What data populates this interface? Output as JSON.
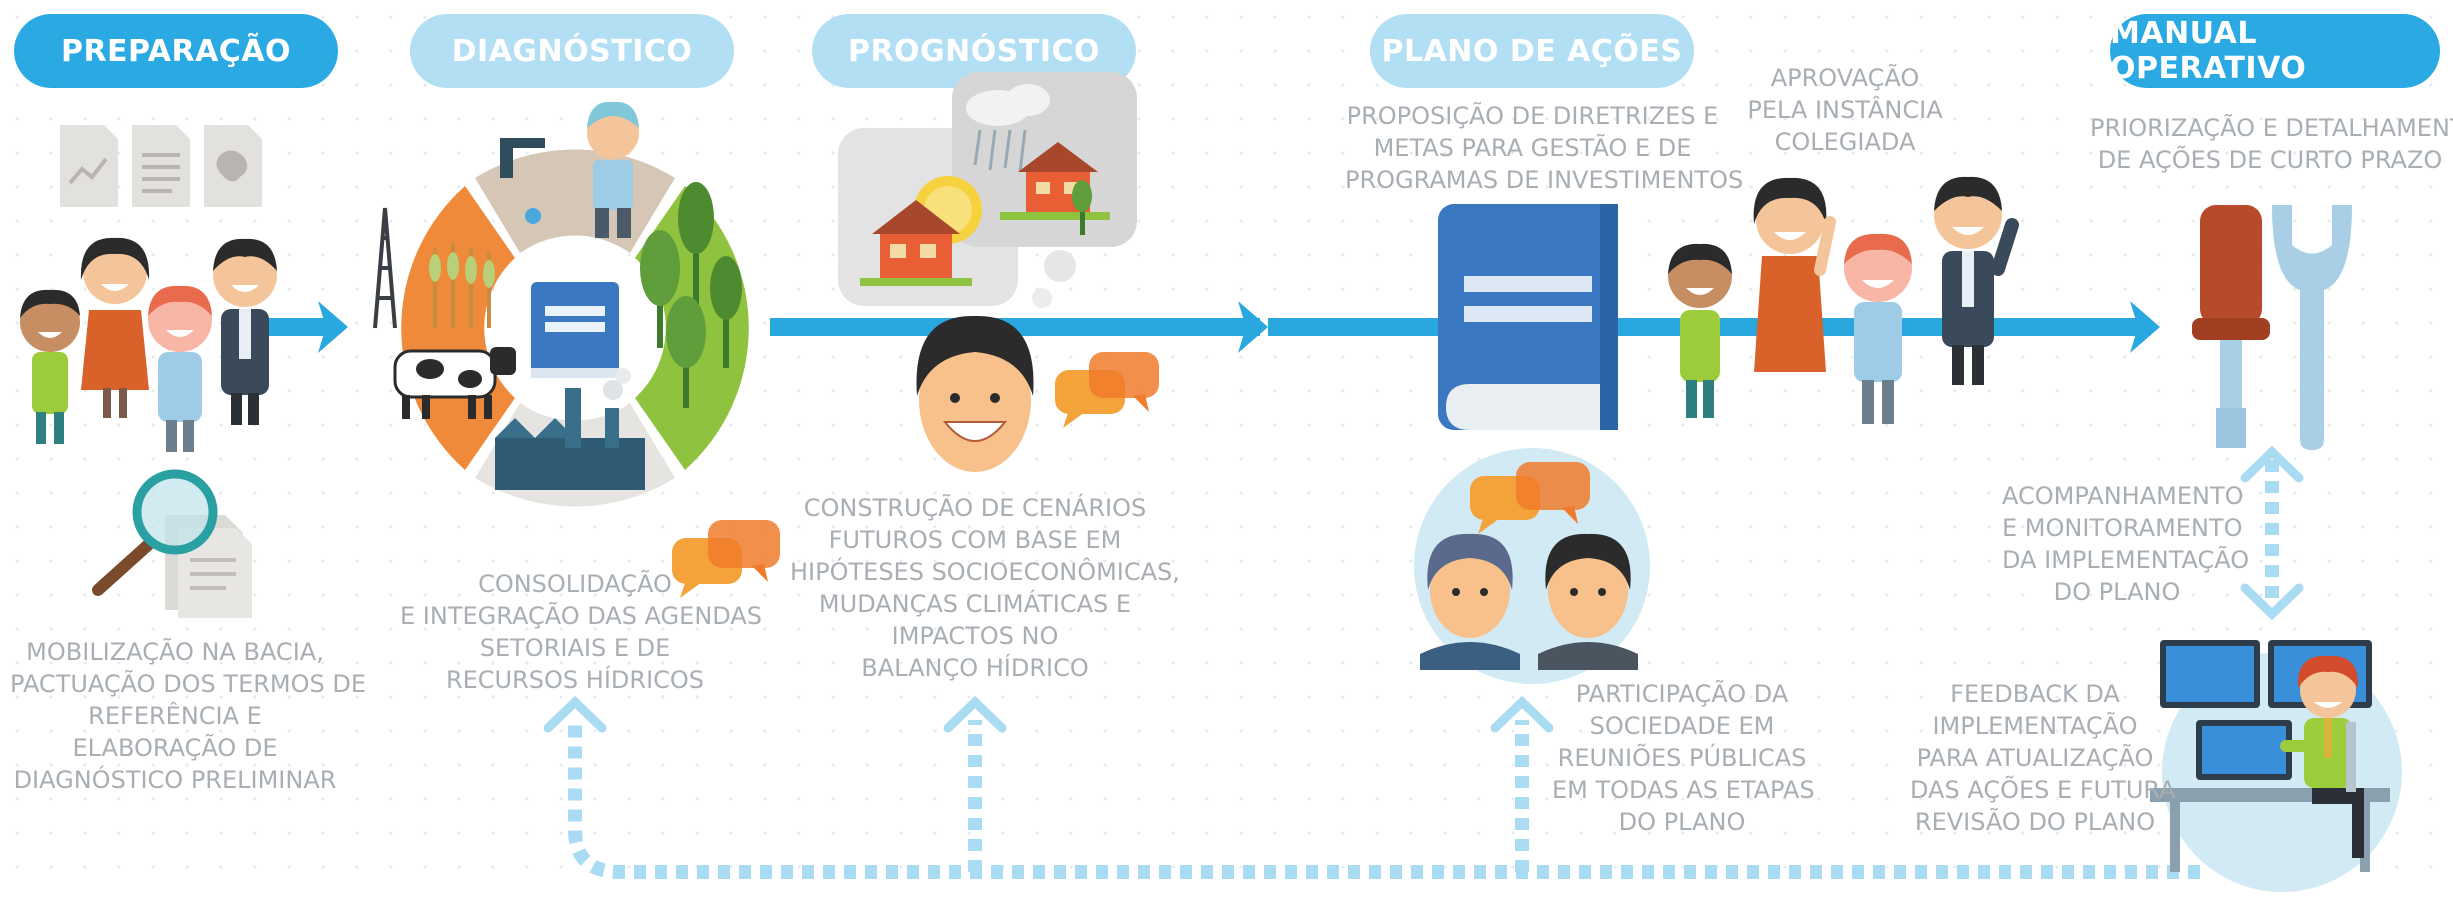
{
  "stages": [
    {
      "label": "PREPARAÇÃO"
    },
    {
      "label": "DIAGNÓSTICO"
    },
    {
      "label": "PROGNÓSTICO"
    },
    {
      "label": "PLANO DE AÇÕES"
    },
    {
      "label": "MANUAL OPERATIVO"
    }
  ],
  "captions": {
    "preparacao": [
      "MOBILIZAÇÃO NA BACIA,",
      "PACTUAÇÃO DOS TERMOS DE",
      "REFERÊNCIA E",
      "ELABORAÇÃO DE",
      "DIAGNÓSTICO PRELIMINAR"
    ],
    "diagnostico": [
      "CONSOLIDAÇÃO",
      "E INTEGRAÇÃO DAS AGENDAS",
      "SETORIAIS E DE",
      "RECURSOS HÍDRICOS"
    ],
    "prognostico": [
      "CONSTRUÇÃO DE CENÁRIOS",
      "FUTUROS COM BASE EM",
      "HIPÓTESES SOCIOECONÔMICAS,",
      "MUDANÇAS CLIMÁTICAS E",
      "IMPACTOS NO",
      "BALANÇO HÍDRICO"
    ],
    "plano": [
      "PROPOSIÇÃO DE DIRETRIZES E",
      "METAS PARA GESTÃO E DE",
      "PROGRAMAS DE INVESTIMENTOS"
    ],
    "aprovacao": [
      "APROVAÇÃO",
      "PELA INSTÂNCIA",
      "COLEGIADA"
    ],
    "manual": [
      "PRIORIZAÇÃO E DETALHAMENTO",
      "DE AÇÕES DE CURTO PRAZO"
    ],
    "acompanhamento": [
      "ACOMPANHAMENTO",
      "E MONITORAMENTO",
      "DA IMPLEMENTAÇÃO",
      "DO PLANO"
    ],
    "participacao": [
      "PARTICIPAÇÃO DA",
      "SOCIEDADE EM",
      "REUNIÕES PÚBLICAS",
      "EM TODAS AS ETAPAS",
      "DO PLANO"
    ],
    "feedback": [
      "FEEDBACK DA",
      "IMPLEMENTAÇÃO",
      "PARA ATUALIZAÇÃO",
      "DAS AÇÕES E FUTURA",
      "REVISÃO DO PLANO"
    ]
  },
  "colors": {
    "stage_dark": "#2aa9e3",
    "stage_light": "#b3dff5",
    "arrow": "#29a8e0",
    "dashed": "#a9dcf3",
    "caption": "#a8aeb4"
  },
  "icons": [
    "document-icon",
    "people-group-icon",
    "magnifier-icon",
    "diagnostic-wheel-icon",
    "speech-bubbles-icon",
    "scenario-clouds-icon",
    "face-icon",
    "book-icon",
    "meeting-icon",
    "screwdriver-icon",
    "wrench-icon",
    "operator-workstation-icon"
  ]
}
